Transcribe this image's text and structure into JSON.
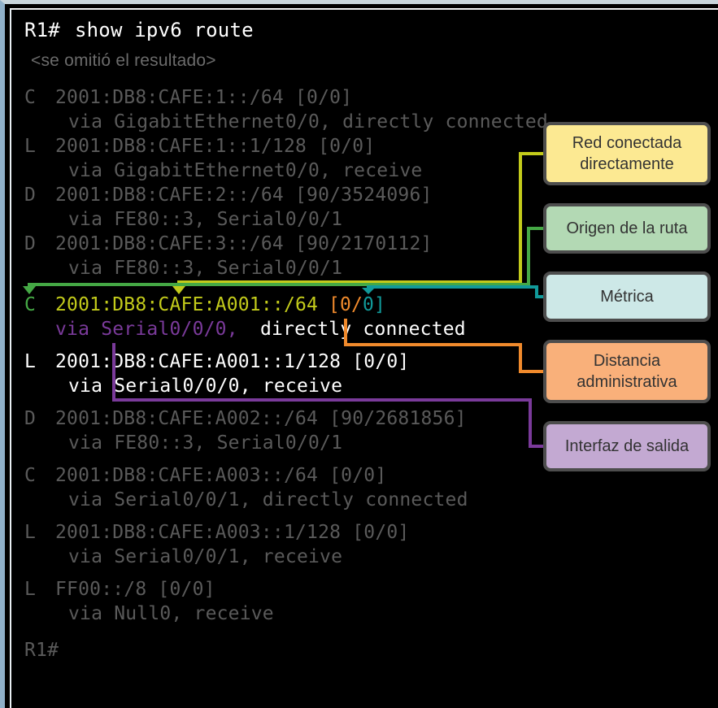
{
  "terminal": {
    "command_prompt": "R1#",
    "command": "show ipv6 route",
    "omitted_note": "<se omitió el resultado>",
    "routes": [
      {
        "code": "C",
        "dest": "2001:DB8:CAFE:1::/64 [0/0]",
        "via": "via GigabitEthernet0/0, directly connected"
      },
      {
        "code": "L",
        "dest": "2001:DB8:CAFE:1::1/128 [0/0]",
        "via": "via GigabitEthernet0/0, receive"
      },
      {
        "code": "D",
        "dest": "2001:DB8:CAFE:2::/64 [90/3524096]",
        "via": "via FE80::3, Serial0/0/1"
      },
      {
        "code": "D",
        "dest": "2001:DB8:CAFE:3::/64 [90/2170112]",
        "via": "via FE80::3, Serial0/0/1"
      },
      {
        "code": "C",
        "network": "2001:DB8:CAFE:A001::/64",
        "ad": "0",
        "metric": "0",
        "via_interface": "via Serial0/0/0,",
        "via_rest": "directly connected"
      },
      {
        "code": "L",
        "dest": "2001:DB8:CAFE:A001::1/128 [0/0]",
        "via": "via Serial0/0/0, receive"
      },
      {
        "code": "D",
        "dest": "2001:DB8:CAFE:A002::/64 [90/2681856]",
        "via": "via FE80::3, Serial0/0/1"
      },
      {
        "code": "C",
        "dest": "2001:DB8:CAFE:A003::/64 [0/0]",
        "via": "via Serial0/0/1, directly connected"
      },
      {
        "code": "L",
        "dest": "2001:DB8:CAFE:A003::1/128 [0/0]",
        "via": "via Serial0/0/1, receive"
      },
      {
        "code": "L",
        "dest": "FF00::/8 [0/0]",
        "via": "via Null0, receive"
      }
    ],
    "end_prompt": "R1#"
  },
  "callouts": {
    "directly_connected": "Red conectada directamente",
    "route_source": "Origen de la ruta",
    "metric": "Métrica",
    "admin_distance": "Distancia administrativa",
    "exit_interface": "Interfaz de salida"
  },
  "colors": {
    "route_source": "#45a845",
    "network": "#c3cb1b",
    "admin_distance": "#f08a2c",
    "metric": "#119a9a",
    "exit_interface": "#7a3a9a"
  }
}
